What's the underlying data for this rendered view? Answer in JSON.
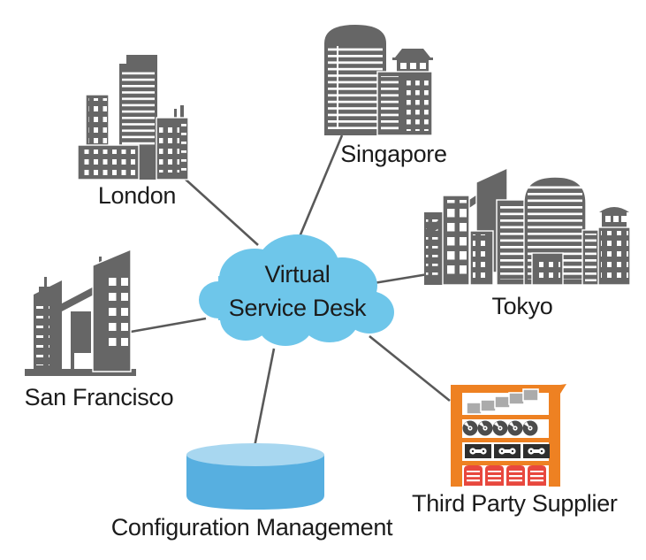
{
  "diagram": {
    "hub": {
      "line1": "Virtual",
      "line2": "Service Desk",
      "icon": "cloud-icon"
    },
    "nodes": {
      "london": {
        "label": "London",
        "icon": "city-skyline-icon"
      },
      "singapore": {
        "label": "Singapore",
        "icon": "city-skyline-icon"
      },
      "tokyo": {
        "label": "Tokyo",
        "icon": "city-skyline-icon"
      },
      "san_francisco": {
        "label": "San Francisco",
        "icon": "city-skyline-icon"
      },
      "configuration_management": {
        "label": "Configuration Management",
        "icon": "database-cylinder-icon"
      },
      "third_party_supplier": {
        "label": "Third Party Supplier",
        "icon": "supply-shelf-icon"
      }
    },
    "edges": [
      {
        "from": "virtual-service-desk",
        "to": "london"
      },
      {
        "from": "virtual-service-desk",
        "to": "singapore"
      },
      {
        "from": "virtual-service-desk",
        "to": "tokyo"
      },
      {
        "from": "virtual-service-desk",
        "to": "san_francisco"
      },
      {
        "from": "virtual-service-desk",
        "to": "configuration_management"
      },
      {
        "from": "virtual-service-desk",
        "to": "third_party_supplier"
      }
    ],
    "colors": {
      "building_gray": "#666666",
      "connector_gray": "#595959",
      "cloud_blue": "#6EC6EA",
      "cylinder_body": "#57AFE0",
      "cylinder_top": "#A8D7F0",
      "supplier_orange": "#EE8122",
      "supplier_red": "#E8483E",
      "item_gray": "#ABABAB",
      "tape_black": "#2E2E2E",
      "text_color": "#1B1B1B"
    }
  }
}
